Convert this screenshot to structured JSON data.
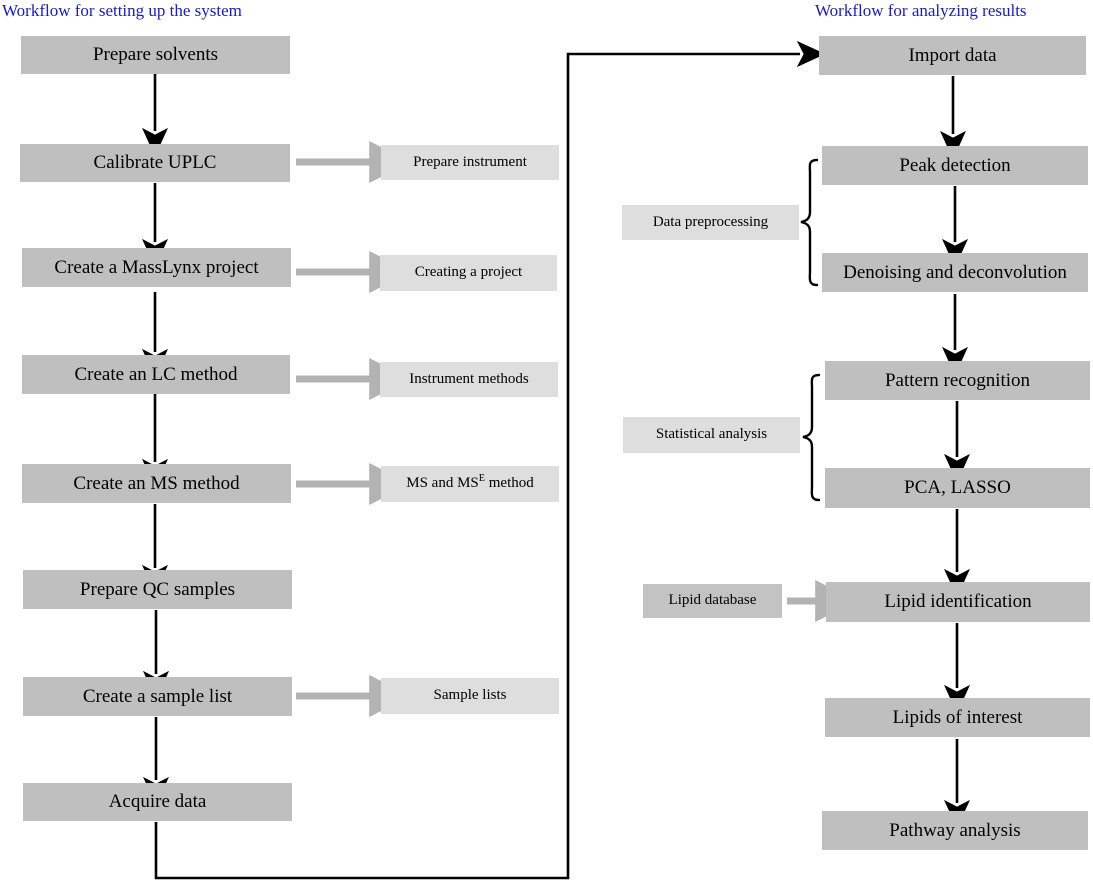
{
  "titles": {
    "left": "Workflow for setting up the system",
    "right": "Workflow for analyzing results"
  },
  "colors": {
    "title_blue": "#1a1ac8",
    "main_box_gray": "#bfbfbf",
    "side_box_gray": "#dedede",
    "arrow_black": "#000000",
    "arrow_gray": "#b3b3b3",
    "page_background": "#ffffff"
  },
  "left_workflow": {
    "steps": [
      {
        "label": "Prepare solvents"
      },
      {
        "label": "Calibrate UPLC"
      },
      {
        "label": "Create a MassLynx project"
      },
      {
        "label": "Create an LC method"
      },
      {
        "label": "Create an MS method"
      },
      {
        "label": "Prepare QC samples"
      },
      {
        "label": "Create a sample list"
      },
      {
        "label": "Acquire data"
      }
    ],
    "side_labels": [
      {
        "label": "Prepare instrument",
        "from_step": "Calibrate UPLC"
      },
      {
        "label": "Creating a project",
        "from_step": "Create a MassLynx project"
      },
      {
        "label": "Instrument methods",
        "from_step": "Create an LC method"
      },
      {
        "label_html": "MS and MS<sup>E</sup> method",
        "label": "MS and MSE method",
        "from_step": "Create an MS method"
      },
      {
        "label": "Sample lists",
        "from_step": "Create a sample list"
      }
    ]
  },
  "right_workflow": {
    "steps": [
      {
        "label": "Import data"
      },
      {
        "label": "Peak detection"
      },
      {
        "label": "Denoising and deconvolution"
      },
      {
        "label": "Pattern recognition"
      },
      {
        "label": "PCA, LASSO"
      },
      {
        "label": "Lipid identification"
      },
      {
        "label": "Lipids of interest"
      },
      {
        "label": "Pathway analysis"
      }
    ],
    "group_labels": [
      {
        "label": "Data preprocessing",
        "groups": [
          "Peak detection",
          "Denoising and deconvolution"
        ]
      },
      {
        "label": "Statistical analysis",
        "groups": [
          "Pattern recognition",
          "PCA, LASSO"
        ]
      }
    ],
    "input_labels": [
      {
        "label": "Lipid database",
        "into_step": "Lipid identification"
      }
    ]
  },
  "connector": {
    "description": "Acquire data flows around to Import data"
  }
}
